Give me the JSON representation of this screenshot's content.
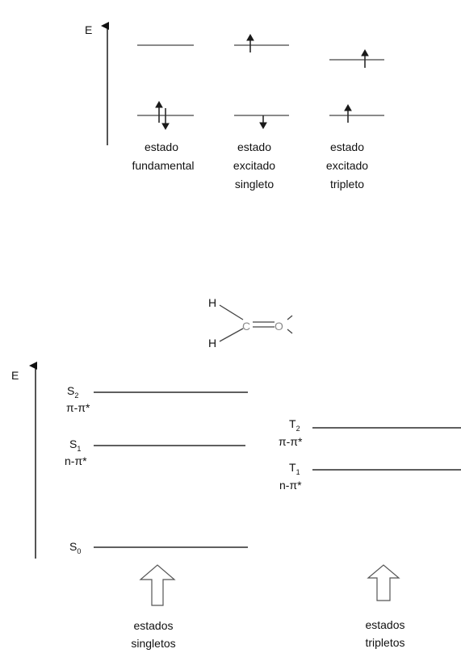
{
  "top_diagram": {
    "axis_label": "E",
    "states": [
      {
        "lines": [
          "estado",
          "fundamental"
        ]
      },
      {
        "lines": [
          "estado",
          "excitado",
          "singleto"
        ]
      },
      {
        "lines": [
          "estado",
          "excitado",
          "tripleto"
        ]
      }
    ]
  },
  "molecule": {
    "atoms": [
      "H",
      "H",
      "C",
      "O"
    ]
  },
  "bottom_diagram": {
    "axis_label": "E",
    "singlets": [
      {
        "symbol": "S",
        "sub": "2",
        "transition": "π-π*"
      },
      {
        "symbol": "S",
        "sub": "1",
        "transition": "n-π*"
      },
      {
        "symbol": "S",
        "sub": "0",
        "transition": ""
      }
    ],
    "triplets": [
      {
        "symbol": "T",
        "sub": "2",
        "transition": "π-π*"
      },
      {
        "symbol": "T",
        "sub": "1",
        "transition": "n-π*"
      }
    ],
    "singlet_caption": [
      "estados",
      "singletos"
    ],
    "triplet_caption": [
      "estados",
      "tripletos"
    ]
  }
}
